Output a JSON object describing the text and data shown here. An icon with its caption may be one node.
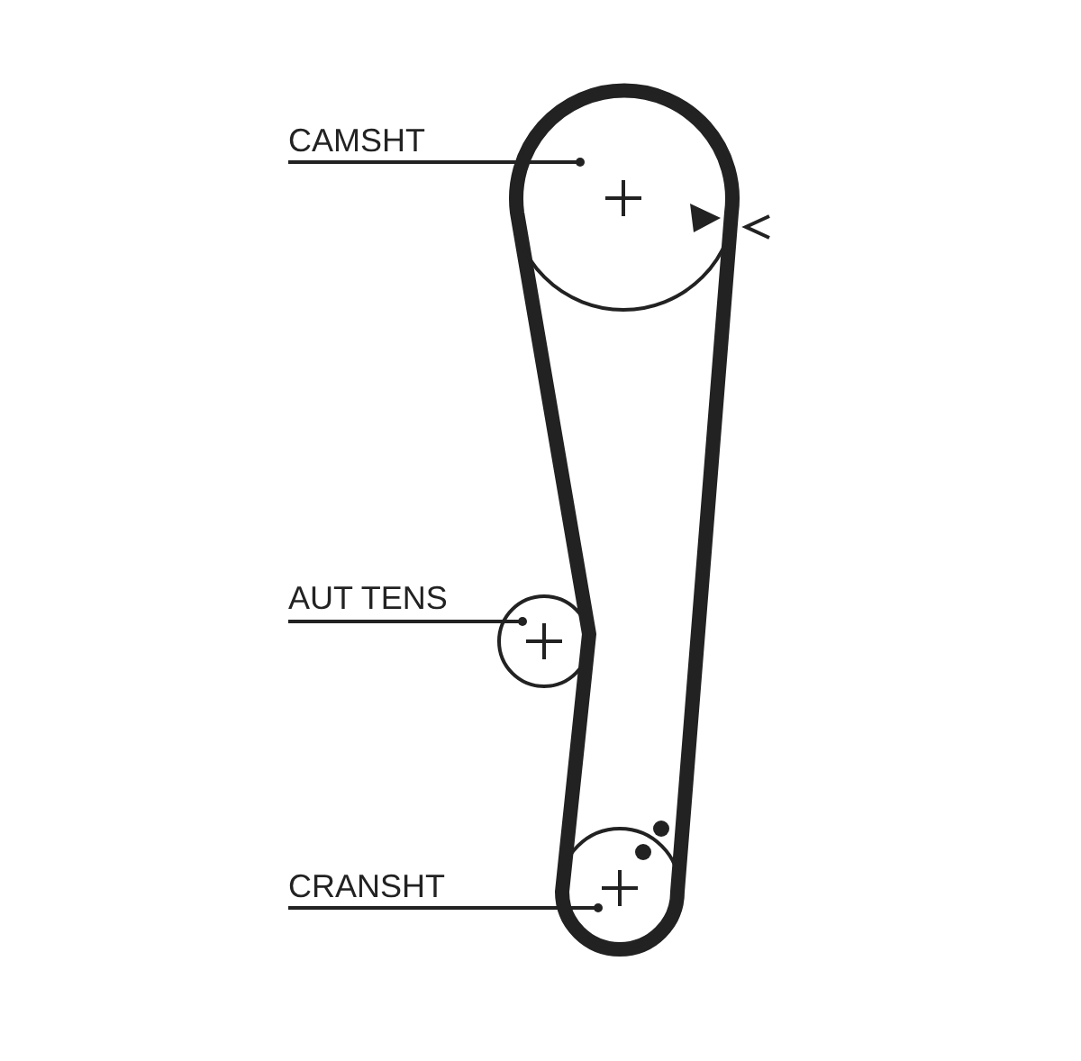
{
  "diagram": {
    "nodes": [
      {
        "text": [
          "CAMSHT"
        ]
      },
      {
        "text": [],
        "shape": "circle"
      },
      {
        "text": [
          "AUT TENS"
        ]
      },
      {
        "text": [],
        "shape": "circle"
      },
      {
        "text": [
          "CRANSHT"
        ]
      },
      {
        "text": [],
        "shape": "circle"
      }
    ],
    "edges": [
      {
        "from": 0,
        "to": 1,
        "arrow": "other"
      },
      {
        "from": 2,
        "to": 3,
        "arrow": "other"
      },
      {
        "from": 4,
        "to": 5,
        "arrow": "other"
      }
    ]
  }
}
